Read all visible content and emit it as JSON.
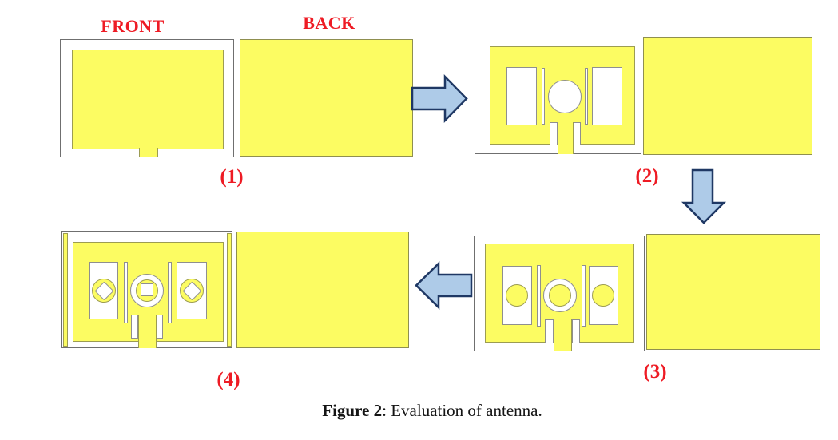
{
  "labels": {
    "front": "FRONT",
    "back": "BACK",
    "step_1": "(1)",
    "step_2": "(2)",
    "step_3": "(3)",
    "step_4": "(4)"
  },
  "caption": {
    "title": "Figure 2",
    "rest": ": Evaluation of antenna."
  },
  "colors": {
    "copper": "#FCFC62",
    "label_red": "#EE1B24",
    "arrow_fill": "#AECBE8",
    "arrow_stroke": "#1F3864",
    "caption_text": "#141414"
  }
}
